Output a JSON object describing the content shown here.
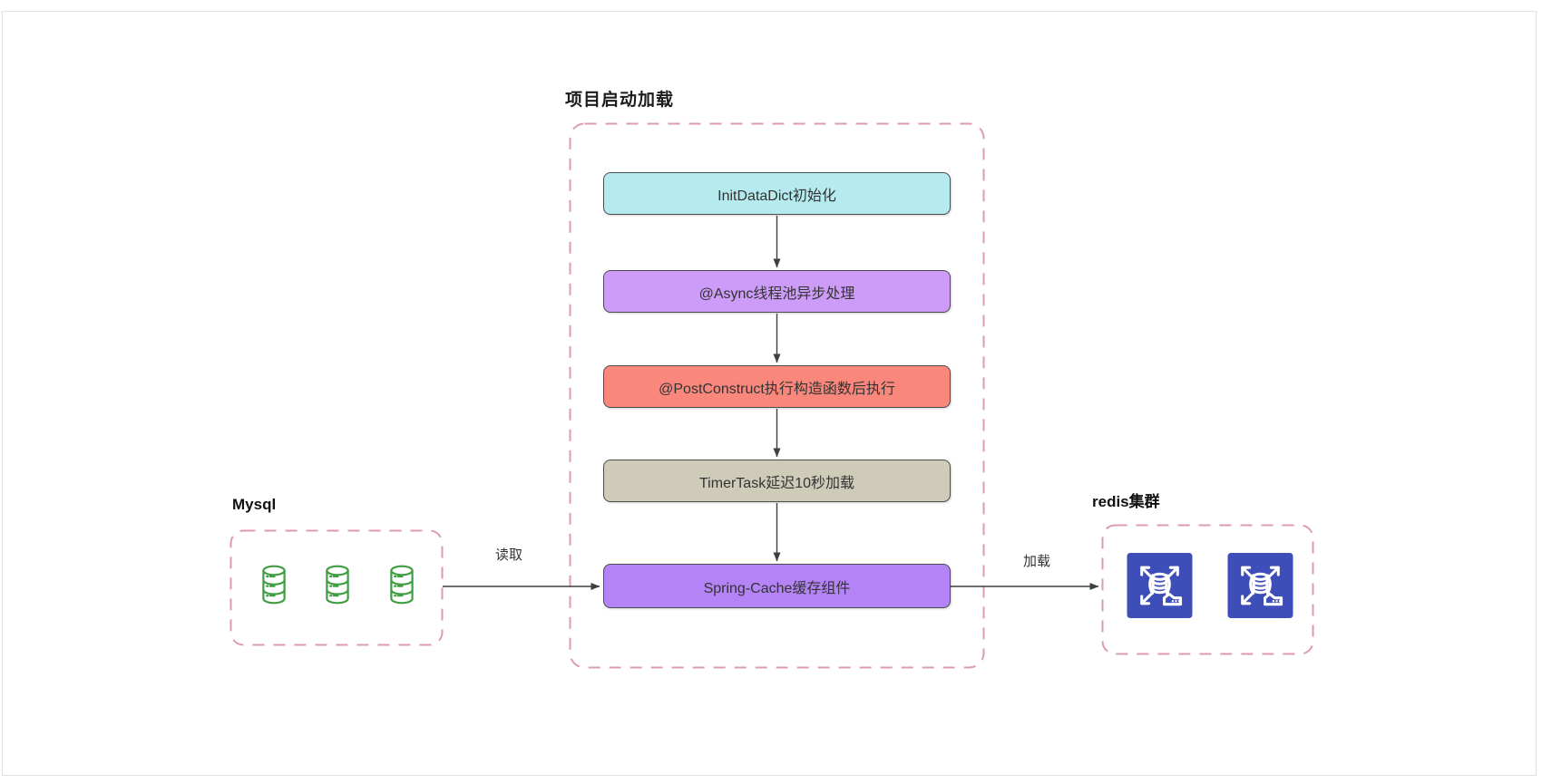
{
  "diagram": {
    "title": "项目启动加载",
    "container_border_color": "#dd9cae",
    "arrow_color": "#3f3f3f",
    "flow_steps": [
      {
        "id": "initdatadict",
        "label": "InitDataDict初始化",
        "fill": "#b5eaef"
      },
      {
        "id": "async",
        "label": "@Async线程池异步处理",
        "fill": "#cd9bf8"
      },
      {
        "id": "postconstruct",
        "label": "@PostConstruct执行构造函数后执行",
        "fill": "#f9877c"
      },
      {
        "id": "timertask",
        "label": "TimerTask延迟10秒加载",
        "fill": "#cfcbb9"
      },
      {
        "id": "springcache",
        "label": "Spring-Cache缓存组件",
        "fill": "#b483f5"
      }
    ],
    "mysql": {
      "title": "Mysql",
      "icon": "database-cylinder-icon",
      "icon_count": 3,
      "icon_color": "#3f9e41"
    },
    "redis": {
      "title": "redis集群",
      "icon": "redis-cluster-icon",
      "icon_count": 2,
      "icon_color": "#3e4eb8"
    },
    "edges": [
      {
        "from": "mysql",
        "to": "springcache",
        "label": "读取"
      },
      {
        "from": "springcache",
        "to": "redis",
        "label": "加载"
      }
    ]
  }
}
